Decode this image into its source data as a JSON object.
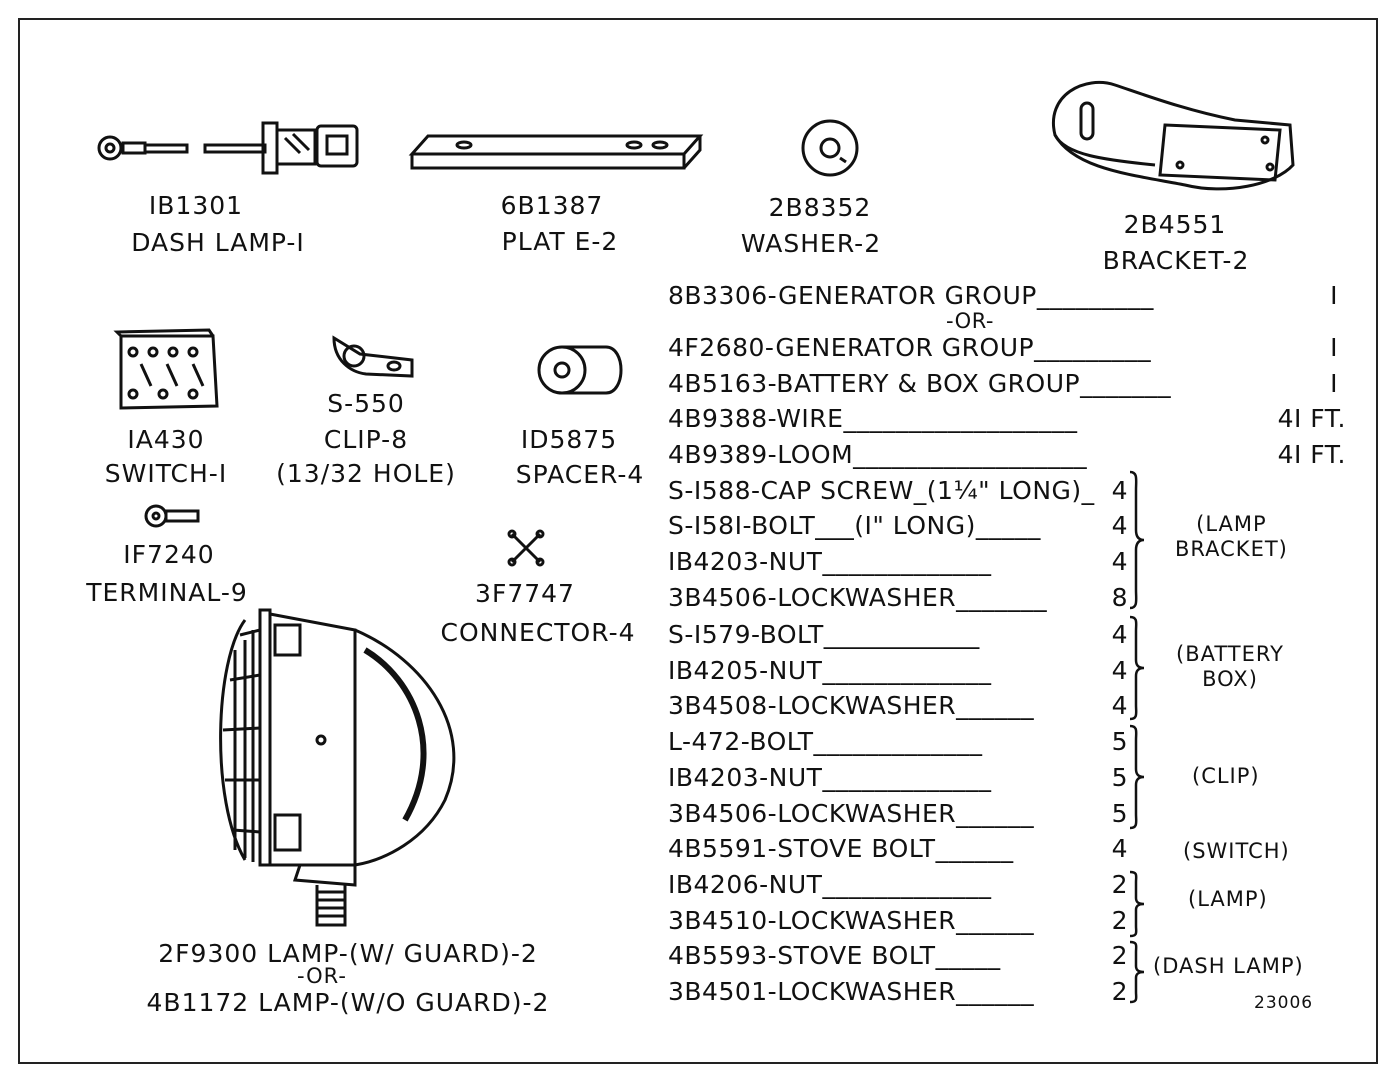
{
  "parts": {
    "dash_lamp": {
      "num": "IB1301",
      "name": "DASH LAMP-I"
    },
    "plate": {
      "num": "6B1387",
      "name": "PLAT E-2"
    },
    "washer": {
      "num": "2B8352",
      "name": "WASHER-2"
    },
    "bracket": {
      "num": "2B4551",
      "name": "BRACKET-2"
    },
    "switch": {
      "num": "IA430",
      "name": "SWITCH-I"
    },
    "clip": {
      "num": "S-550",
      "name": "CLIP-8",
      "note": "(13/32 HOLE)"
    },
    "spacer": {
      "num": "ID5875",
      "name": "SPACER-4"
    },
    "terminal": {
      "num": "IF7240",
      "name": "TERMINAL-9"
    },
    "connector": {
      "num": "3F7747",
      "name": "CONNECTOR-4"
    },
    "lamp": {
      "line1": "2F9300 LAMP-(W/ GUARD)-2",
      "or": "-OR-",
      "line2": "4B1172 LAMP-(W/O GUARD)-2"
    }
  },
  "list": {
    "rows": [
      {
        "text": "8B3306-GENERATOR GROUP_________",
        "qty": "I"
      },
      {
        "text": "-OR-",
        "qty": ""
      },
      {
        "text": "4F2680-GENERATOR GROUP_________",
        "qty": "I"
      },
      {
        "text": "4B5163-BATTERY & BOX GROUP_______",
        "qty": "I"
      },
      {
        "text": "4B9388-WIRE__________________",
        "qty": "4I FT."
      },
      {
        "text": "4B9389-LOOM__________________",
        "qty": "4I FT."
      },
      {
        "text": "S-I588-CAP SCREW_(1¼\" LONG)_",
        "qty": "4"
      },
      {
        "text": "S-I58I-BOLT___(I\" LONG)_____",
        "qty": "4"
      },
      {
        "text": "IB4203-NUT_____________",
        "qty": "4"
      },
      {
        "text": "3B4506-LOCKWASHER_______",
        "qty": "8"
      },
      {
        "text": "S-I579-BOLT____________",
        "qty": "4"
      },
      {
        "text": "IB4205-NUT_____________",
        "qty": "4"
      },
      {
        "text": "3B4508-LOCKWASHER______",
        "qty": "4"
      },
      {
        "text": "L-472-BOLT_____________",
        "qty": "5"
      },
      {
        "text": "IB4203-NUT_____________",
        "qty": "5"
      },
      {
        "text": "3B4506-LOCKWASHER______",
        "qty": "5"
      },
      {
        "text": "4B5591-STOVE BOLT______",
        "qty": "4"
      },
      {
        "text": "IB4206-NUT_____________",
        "qty": "2"
      },
      {
        "text": "3B4510-LOCKWASHER______",
        "qty": "2"
      },
      {
        "text": "4B5593-STOVE BOLT_____",
        "qty": "2"
      },
      {
        "text": "3B4501-LOCKWASHER______",
        "qty": "2"
      }
    ],
    "groups": {
      "lamp_bracket": "(LAMP\nBRACKET)",
      "battery_box": "(BATTERY\nBOX)",
      "clip": "(CLIP)",
      "switch": "(SWITCH)",
      "lamp": "(LAMP)",
      "dash_lamp": "(DASH LAMP)"
    }
  },
  "figure_number": "23006"
}
